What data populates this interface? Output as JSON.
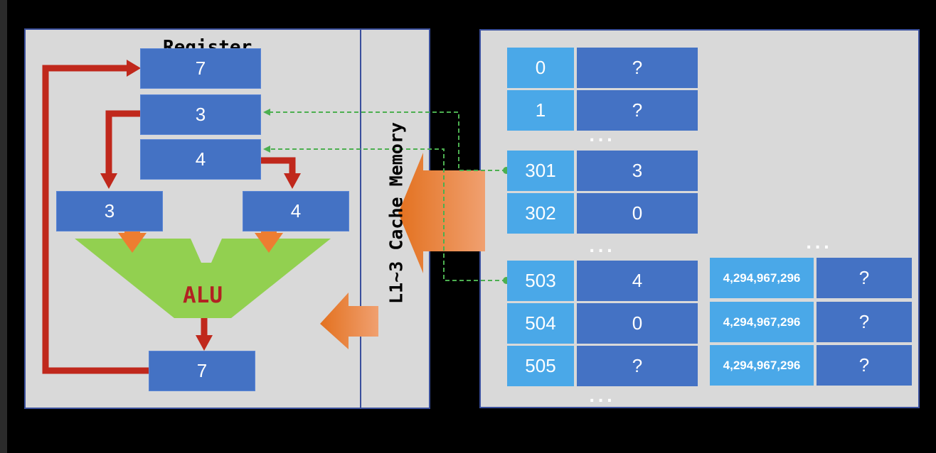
{
  "cpu": {
    "register_label": "Register",
    "registers": [
      "7",
      "3",
      "4"
    ],
    "alu_inputs": [
      "3",
      "4"
    ],
    "alu_label": "ALU",
    "alu_output": "7"
  },
  "cache": {
    "label": "L1~3 Cache Memory"
  },
  "memory": {
    "rows": [
      {
        "address": "0",
        "value": "?"
      },
      {
        "address": "1",
        "value": "?"
      },
      {
        "address": "301",
        "value": "3"
      },
      {
        "address": "302",
        "value": "0"
      },
      {
        "address": "503",
        "value": "4"
      },
      {
        "address": "504",
        "value": "0"
      },
      {
        "address": "505",
        "value": "?"
      }
    ],
    "high_rows": [
      {
        "address": "4,294,967,296",
        "value": "?"
      },
      {
        "address": "4,294,967,296",
        "value": "?"
      },
      {
        "address": "4,294,967,296",
        "value": "?"
      }
    ],
    "ellipsis": "..."
  },
  "colors": {
    "register_blue": "#4472c4",
    "address_blue": "#4aa8e8",
    "panel_gray": "#d9d9d9",
    "red_arrow": "#c0281c",
    "orange_arrow": "#ed7d31",
    "alu_green": "#92d050",
    "dashed_green": "#4caf50"
  }
}
